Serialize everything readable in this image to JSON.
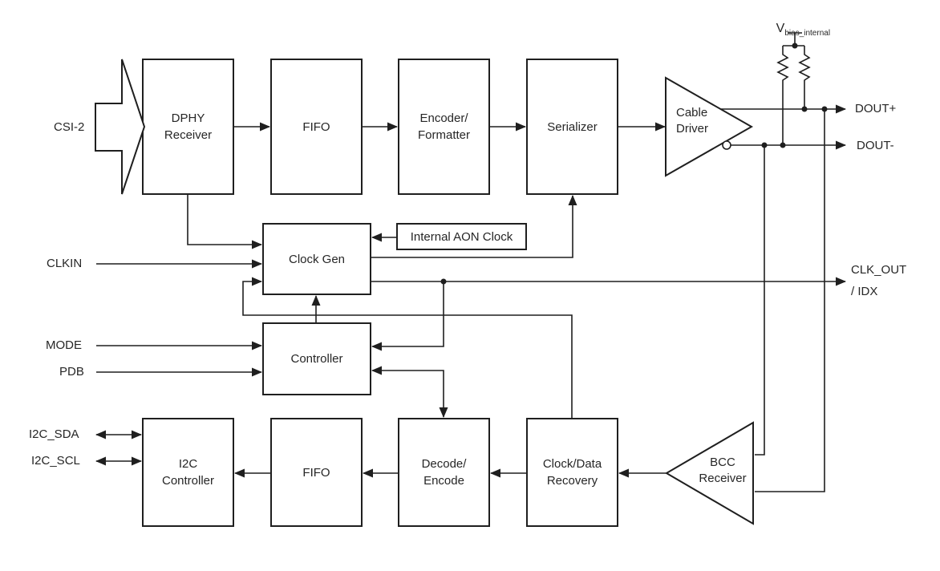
{
  "colors": {
    "ink": "#1f1f1f",
    "background": "#ffffff"
  },
  "blocks": {
    "dphy_receiver": "DPHY\nReceiver",
    "fifo_top": "FIFO",
    "encoder_formatter": "Encoder/\nFormatter",
    "serializer": "Serializer",
    "cable_driver": "Cable\nDriver",
    "internal_aon_clock": "Internal AON Clock",
    "clock_gen": "Clock Gen",
    "controller": "Controller",
    "i2c_controller": "I2C\nController",
    "fifo_bottom": "FIFO",
    "decode_encode": "Decode/\nEncode",
    "clock_data_recovery": "Clock/Data\nRecovery",
    "bcc_receiver": "BCC\nReceiver"
  },
  "pins": {
    "csi2": "CSI-2",
    "clkin": "CLKIN",
    "mode": "MODE",
    "pdb": "PDB",
    "i2c_sda": "I2C_SDA",
    "i2c_scl": "I2C_SCL",
    "dout_plus": "DOUT+",
    "dout_minus": "DOUT-",
    "clk_out": "CLK_OUT",
    "clk_out_alt": "/ IDX",
    "vbias_base": "V",
    "vbias_subscript": "bias_internal"
  }
}
